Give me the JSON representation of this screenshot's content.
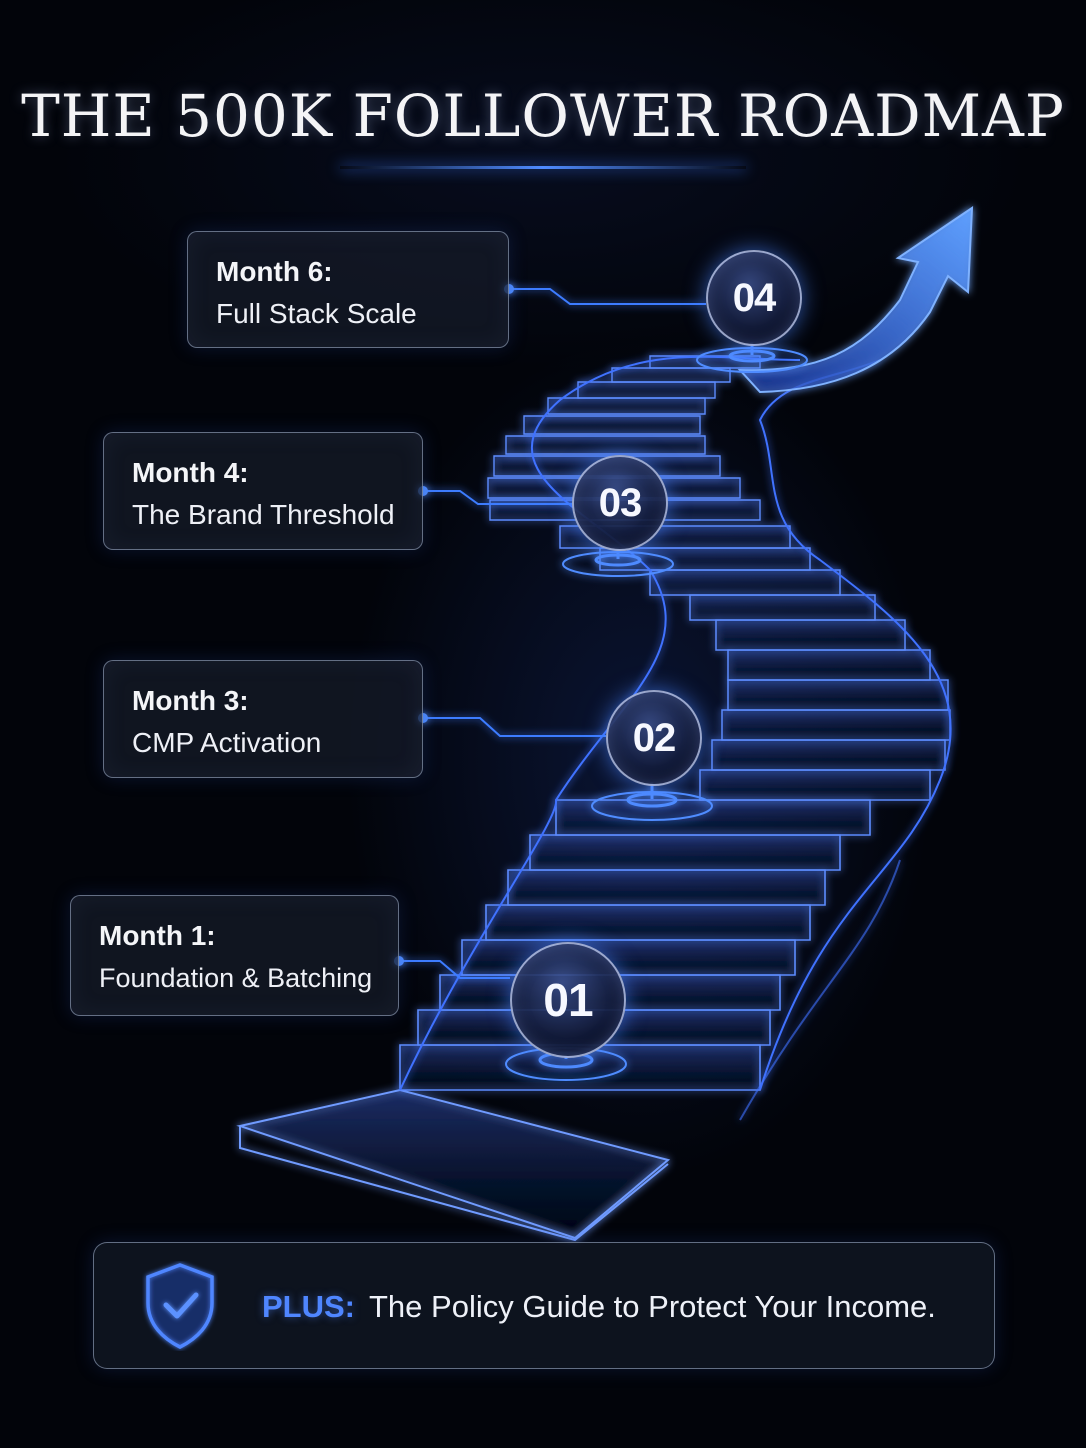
{
  "title": "THE 500K FOLLOWER ROADMAP",
  "milestones": [
    {
      "number": "01",
      "month": "Month 1:",
      "label": "Foundation & Batching"
    },
    {
      "number": "02",
      "month": "Month 3:",
      "label": "CMP Activation"
    },
    {
      "number": "03",
      "month": "Month 4:",
      "label": "The Brand Threshold"
    },
    {
      "number": "04",
      "month": "Month 6:",
      "label": "Full Stack Scale"
    }
  ],
  "banner": {
    "prefix": "PLUS:",
    "text": "The Policy Guide to Protect Your Income.",
    "icon": "shield-check-icon"
  },
  "colors": {
    "background": "#02040a",
    "accent": "#4f86ff",
    "glow": "#3a78ff",
    "text": "#f2f4fa"
  }
}
